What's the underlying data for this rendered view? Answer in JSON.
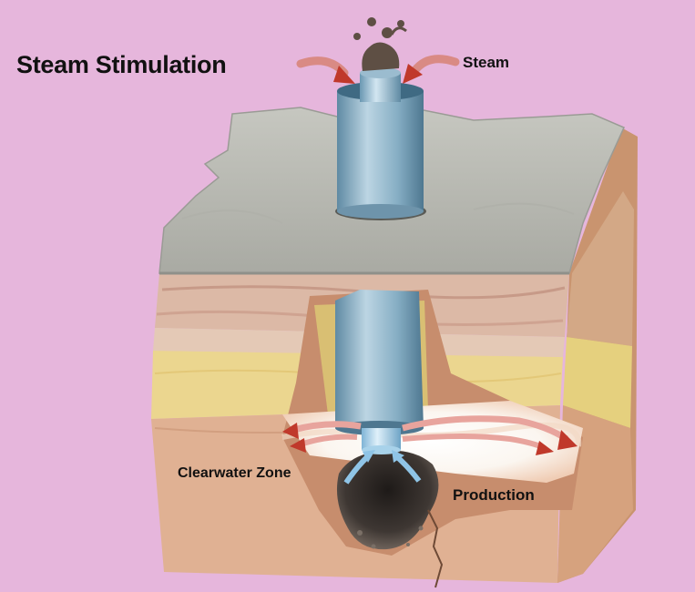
{
  "title": "Steam Stimulation",
  "labels": {
    "steam": "Steam",
    "clearwater_zone": "Clearwater Zone",
    "production": "Production"
  },
  "colors": {
    "background": "#e6b6dc",
    "surface": "#b9bab3",
    "pipe": "#7fa6bc",
    "sand_yellow": "#ecd98c",
    "rock_pink": "#e2b18f",
    "oil": "#3a3431",
    "steam_arrow": "#c0392b",
    "production_arrow": "#8fc4e6"
  }
}
